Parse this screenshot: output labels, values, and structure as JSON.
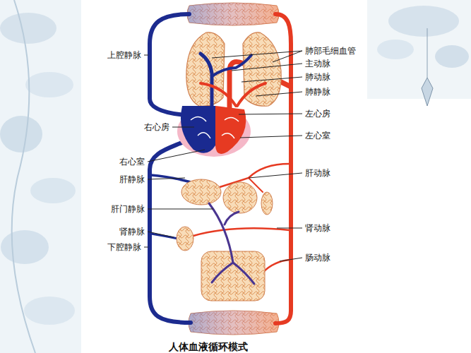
{
  "diagram": {
    "caption": "人体血液循环模式",
    "labels": [
      "上腔静脉",
      "肺部毛细血管",
      "主动脉",
      "肺动脉",
      "肺静脉",
      "左心房",
      "右心房",
      "左心室",
      "右心室",
      "肝静脉",
      "肝门静脉",
      "肾静脉",
      "下腔静脉",
      "肝动脉",
      "肾动脉",
      "肠动脉"
    ]
  }
}
